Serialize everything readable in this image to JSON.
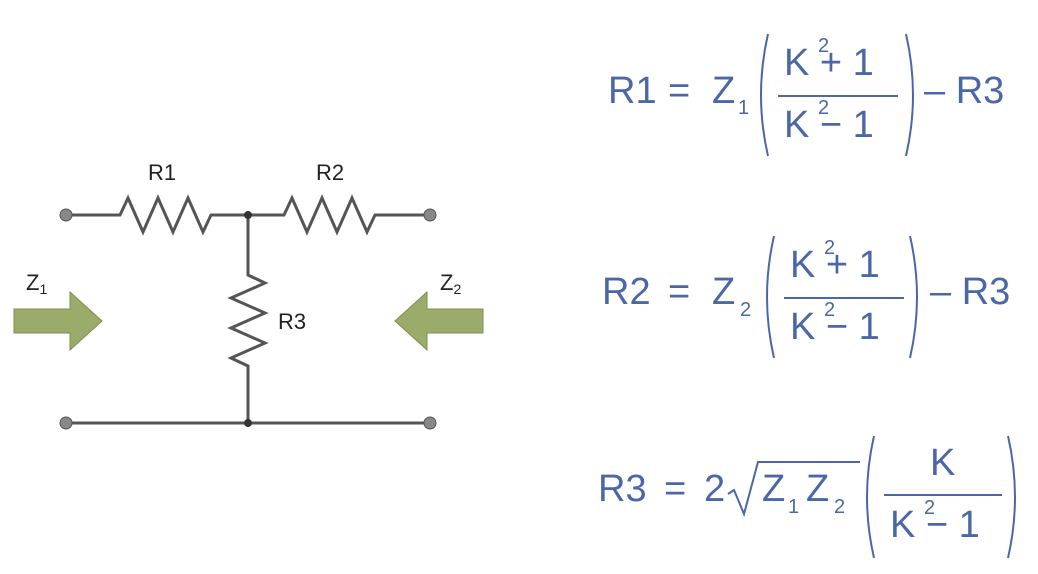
{
  "circuit": {
    "r1_label": "R1",
    "r2_label": "R2",
    "r3_label": "R3",
    "z1_label": "Z",
    "z1_sub": "1",
    "z2_label": "Z",
    "z2_sub": "2",
    "wire_color": "#555555",
    "arrow_color": "#9aab6a"
  },
  "equations": {
    "color": "#4b67a8",
    "eq1": {
      "lhs": "R1",
      "eq": "=",
      "z": "Z",
      "zsub": "1",
      "num": "K + 1",
      "den": "K − 1",
      "exp": "2",
      "tail": "– R3"
    },
    "eq2": {
      "lhs": "R2",
      "eq": "=",
      "z": "Z",
      "zsub": "2",
      "num": "K + 1",
      "den": "K − 1",
      "exp": "2",
      "tail": "– R3"
    },
    "eq3": {
      "lhs": "R3",
      "eq": "=",
      "coef": "2",
      "z1": "Z",
      "z1sub": "1",
      "z2": "Z",
      "z2sub": "2",
      "num": "K",
      "den": "K − 1",
      "exp": "2"
    }
  }
}
